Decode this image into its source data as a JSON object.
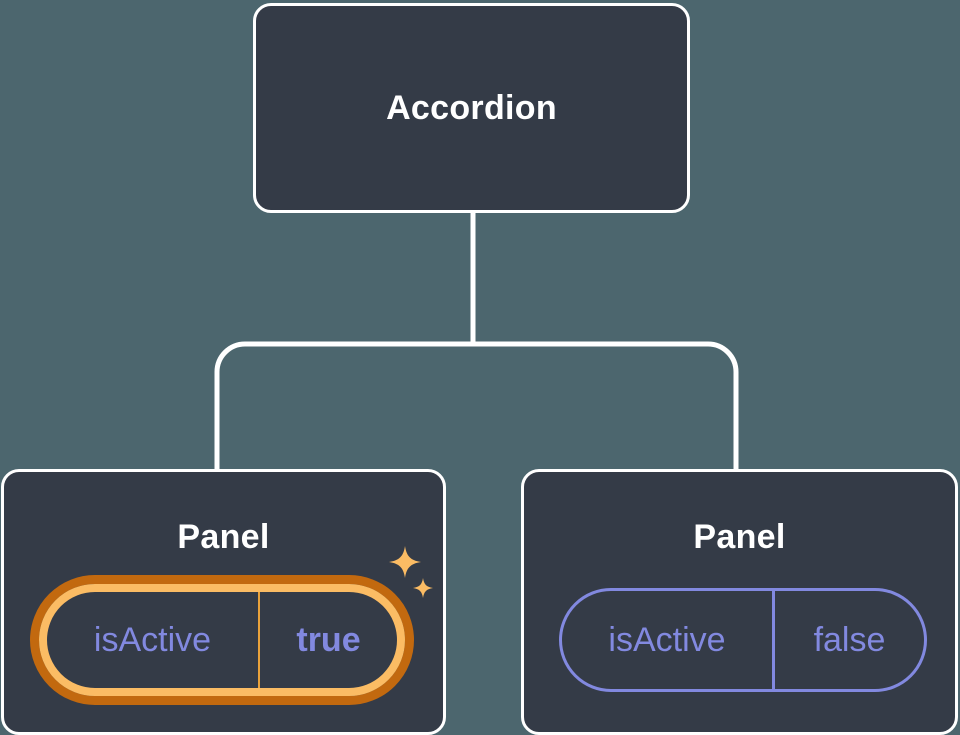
{
  "diagram": {
    "root": {
      "label": "Accordion"
    },
    "panels": [
      {
        "title": "Panel",
        "prop_name": "isActive",
        "prop_value": "true",
        "highlighted": true
      },
      {
        "title": "Panel",
        "prop_name": "isActive",
        "prop_value": "false",
        "highlighted": false
      }
    ]
  },
  "icons": {
    "sparkles": "sparkles-icon"
  },
  "colors": {
    "background": "#4C666E",
    "card_fill": "#343B47",
    "card_border": "#FFFFFF",
    "connector_line": "#FFFFFF",
    "prop_purple": "#8289E0",
    "highlight_orange_dark": "#C2690F",
    "highlight_orange_light": "#FBBC64",
    "highlight_divider_orange": "#E9A23B",
    "sparkle_orange": "#FBBC64",
    "label_white": "#FFFFFF"
  }
}
